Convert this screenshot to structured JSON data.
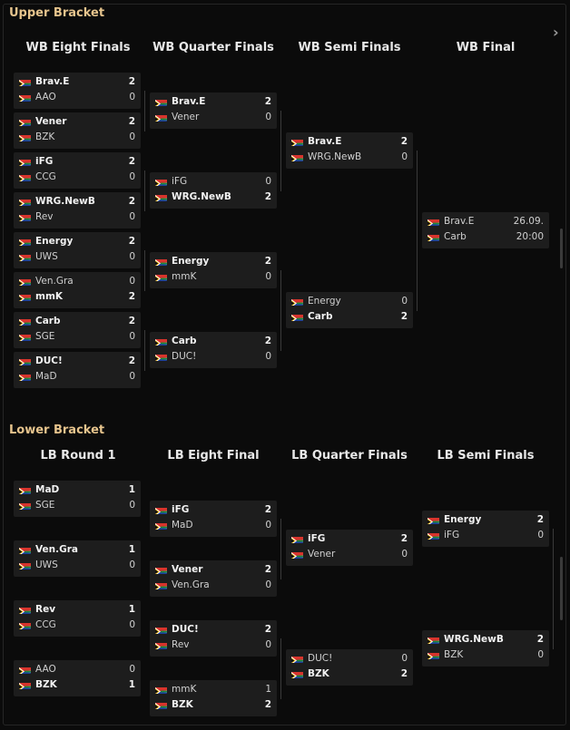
{
  "sections": {
    "upper": {
      "title": "Upper Bracket",
      "rounds": [
        {
          "title": "WB Eight Finals",
          "matches": [
            {
              "t1": {
                "name": "Brav.E",
                "score": "2",
                "win": true
              },
              "t2": {
                "name": "AAO",
                "score": "0",
                "win": false
              }
            },
            {
              "t1": {
                "name": "Vener",
                "score": "2",
                "win": true
              },
              "t2": {
                "name": "BZK",
                "score": "0",
                "win": false
              }
            },
            {
              "t1": {
                "name": "iFG",
                "score": "2",
                "win": true
              },
              "t2": {
                "name": "CCG",
                "score": "0",
                "win": false
              }
            },
            {
              "t1": {
                "name": "WRG.NewB",
                "score": "2",
                "win": true
              },
              "t2": {
                "name": "Rev",
                "score": "0",
                "win": false
              }
            },
            {
              "t1": {
                "name": "Energy",
                "score": "2",
                "win": true
              },
              "t2": {
                "name": "UWS",
                "score": "0",
                "win": false
              }
            },
            {
              "t1": {
                "name": "Ven.Gra",
                "score": "0",
                "win": false
              },
              "t2": {
                "name": "mmK",
                "score": "2",
                "win": true
              }
            },
            {
              "t1": {
                "name": "Carb",
                "score": "2",
                "win": true
              },
              "t2": {
                "name": "SGE",
                "score": "0",
                "win": false
              }
            },
            {
              "t1": {
                "name": "DUC!",
                "score": "2",
                "win": true
              },
              "t2": {
                "name": "MaD",
                "score": "0",
                "win": false
              }
            }
          ]
        },
        {
          "title": "WB Quarter Finals",
          "matches": [
            {
              "t1": {
                "name": "Brav.E",
                "score": "2",
                "win": true
              },
              "t2": {
                "name": "Vener",
                "score": "0",
                "win": false
              }
            },
            {
              "t1": {
                "name": "iFG",
                "score": "0",
                "win": false
              },
              "t2": {
                "name": "WRG.NewB",
                "score": "2",
                "win": true
              }
            },
            {
              "t1": {
                "name": "Energy",
                "score": "2",
                "win": true
              },
              "t2": {
                "name": "mmK",
                "score": "0",
                "win": false
              }
            },
            {
              "t1": {
                "name": "Carb",
                "score": "2",
                "win": true
              },
              "t2": {
                "name": "DUC!",
                "score": "0",
                "win": false
              }
            }
          ]
        },
        {
          "title": "WB Semi Finals",
          "matches": [
            {
              "t1": {
                "name": "Brav.E",
                "score": "2",
                "win": true
              },
              "t2": {
                "name": "WRG.NewB",
                "score": "0",
                "win": false
              }
            },
            {
              "t1": {
                "name": "Energy",
                "score": "0",
                "win": false
              },
              "t2": {
                "name": "Carb",
                "score": "2",
                "win": true
              }
            }
          ]
        },
        {
          "title": "WB Final",
          "matches": [
            {
              "t1": {
                "name": "Brav.E",
                "score": "26.09.",
                "win": false
              },
              "t2": {
                "name": "Carb",
                "score": "20:00",
                "win": false
              }
            }
          ]
        }
      ]
    },
    "lower": {
      "title": "Lower Bracket",
      "rounds": [
        {
          "title": "LB Round 1",
          "matches": [
            {
              "t1": {
                "name": "MaD",
                "score": "1",
                "win": true
              },
              "t2": {
                "name": "SGE",
                "score": "0",
                "win": false
              }
            },
            {
              "t1": {
                "name": "Ven.Gra",
                "score": "1",
                "win": true
              },
              "t2": {
                "name": "UWS",
                "score": "0",
                "win": false
              }
            },
            {
              "t1": {
                "name": "Rev",
                "score": "1",
                "win": true
              },
              "t2": {
                "name": "CCG",
                "score": "0",
                "win": false
              }
            },
            {
              "t1": {
                "name": "AAO",
                "score": "0",
                "win": false
              },
              "t2": {
                "name": "BZK",
                "score": "1",
                "win": true
              }
            }
          ]
        },
        {
          "title": "LB Eight Final",
          "matches": [
            {
              "t1": {
                "name": "iFG",
                "score": "2",
                "win": true
              },
              "t2": {
                "name": "MaD",
                "score": "0",
                "win": false
              }
            },
            {
              "t1": {
                "name": "Vener",
                "score": "2",
                "win": true
              },
              "t2": {
                "name": "Ven.Gra",
                "score": "0",
                "win": false
              }
            },
            {
              "t1": {
                "name": "DUC!",
                "score": "2",
                "win": true
              },
              "t2": {
                "name": "Rev",
                "score": "0",
                "win": false
              }
            },
            {
              "t1": {
                "name": "mmK",
                "score": "1",
                "win": false
              },
              "t2": {
                "name": "BZK",
                "score": "2",
                "win": true
              }
            }
          ]
        },
        {
          "title": "LB Quarter Finals",
          "matches": [
            {
              "t1": {
                "name": "iFG",
                "score": "2",
                "win": true
              },
              "t2": {
                "name": "Vener",
                "score": "0",
                "win": false
              }
            },
            {
              "t1": {
                "name": "DUC!",
                "score": "0",
                "win": false
              },
              "t2": {
                "name": "BZK",
                "score": "2",
                "win": true
              }
            }
          ]
        },
        {
          "title": "LB Semi Finals",
          "matches": [
            {
              "t1": {
                "name": "Energy",
                "score": "2",
                "win": true
              },
              "t2": {
                "name": "iFG",
                "score": "0",
                "win": false
              }
            },
            {
              "t1": {
                "name": "WRG.NewB",
                "score": "2",
                "win": true
              },
              "t2": {
                "name": "BZK",
                "score": "0",
                "win": false
              }
            }
          ]
        }
      ]
    }
  },
  "nav": {
    "next_icon": "chevron-right-icon"
  },
  "colors": {
    "section_title": "#e6c48d",
    "match_bg": "#1d1d1d",
    "connector": "#3a3a3a",
    "background": "#0b0b0b"
  }
}
